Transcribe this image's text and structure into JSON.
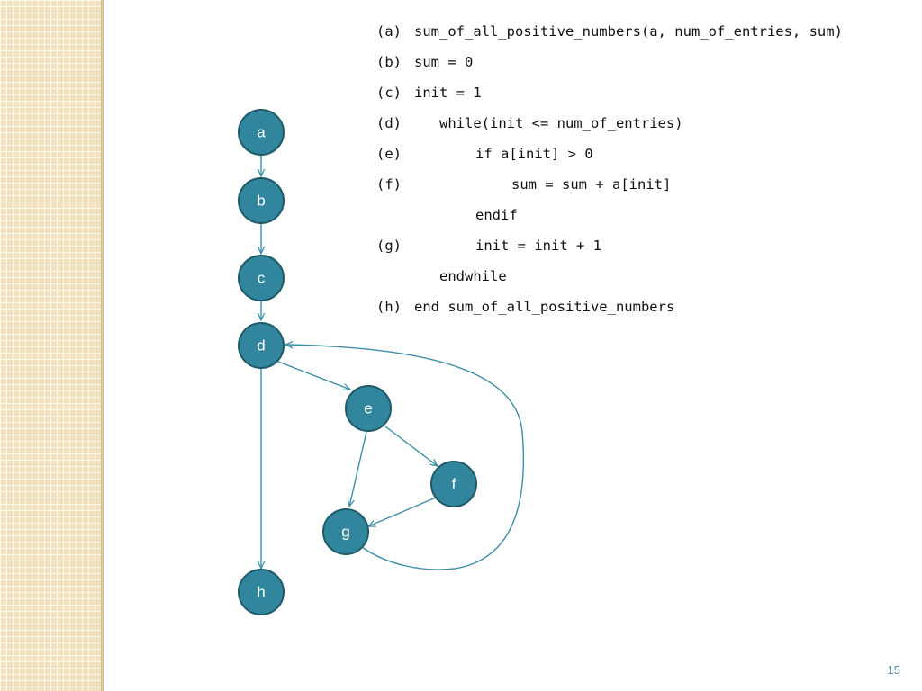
{
  "code_lines": [
    {
      "label": "(a)",
      "indent": 0,
      "text": "sum_of_all_positive_numbers(a, num_of_entries, sum)"
    },
    {
      "label": "(b)",
      "indent": 0,
      "text": "sum = 0"
    },
    {
      "label": "(c)",
      "indent": 0,
      "text": "init = 1"
    },
    {
      "label": "(d)",
      "indent": 1,
      "text": "while(init <= num_of_entries)"
    },
    {
      "label": "(e)",
      "indent": 2,
      "text": "if a[init] > 0"
    },
    {
      "label": "(f)",
      "indent": 3,
      "text": "sum = sum + a[init]"
    },
    {
      "label": "",
      "indent": 2,
      "text": "endif"
    },
    {
      "label": "(g)",
      "indent": 2,
      "text": "init = init + 1"
    },
    {
      "label": "",
      "indent": 1,
      "text": "endwhile"
    },
    {
      "label": "(h)",
      "indent": 0,
      "text": "end sum_of_all_positive_numbers"
    }
  ],
  "graph": {
    "nodes": [
      "a",
      "b",
      "c",
      "d",
      "e",
      "f",
      "g",
      "h"
    ],
    "edges": [
      [
        "a",
        "b"
      ],
      [
        "b",
        "c"
      ],
      [
        "c",
        "d"
      ],
      [
        "d",
        "e"
      ],
      [
        "e",
        "f"
      ],
      [
        "e",
        "g"
      ],
      [
        "f",
        "g"
      ],
      [
        "g",
        "d"
      ],
      [
        "d",
        "h"
      ]
    ]
  },
  "page_number": "15",
  "colors": {
    "node_fill": "#31859c",
    "edge": "#3e8fa6",
    "side_pattern": "#f1e2bd"
  }
}
